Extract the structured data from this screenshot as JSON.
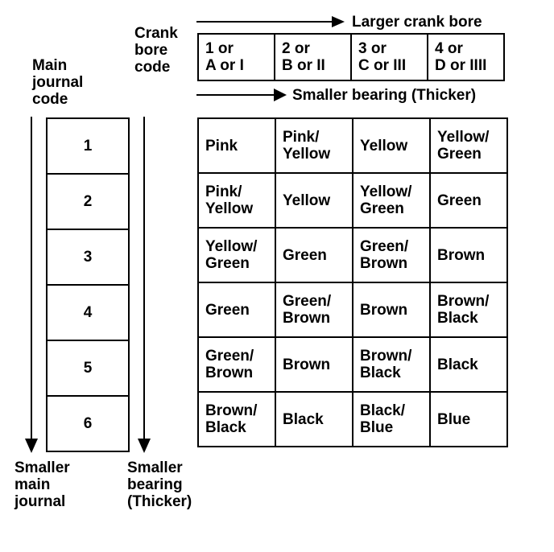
{
  "labels": {
    "crank_bore_code": "Crank\nbore\ncode",
    "main_journal_code": "Main\njournal\ncode",
    "larger_crank_bore": "Larger crank bore",
    "smaller_bearing_top": "Smaller bearing (Thicker)",
    "smaller_main_journal": "Smaller\nmain\njournal",
    "smaller_bearing_bottom": "Smaller\nbearing\n(Thicker)"
  },
  "crank_codes": [
    "1 or\nA or I",
    "2 or\nB or II",
    "3 or\nC or III",
    "4 or\nD or IIII"
  ],
  "journal_codes": [
    "1",
    "2",
    "3",
    "4",
    "5",
    "6"
  ],
  "bearing_colors": [
    [
      "Pink",
      "Pink/\nYellow",
      "Yellow",
      "Yellow/\nGreen"
    ],
    [
      "Pink/\nYellow",
      "Yellow",
      "Yellow/\nGreen",
      "Green"
    ],
    [
      "Yellow/\nGreen",
      "Green",
      "Green/\nBrown",
      "Brown"
    ],
    [
      "Green",
      "Green/\nBrown",
      "Brown",
      "Brown/\nBlack"
    ],
    [
      "Green/\nBrown",
      "Brown",
      "Brown/\nBlack",
      "Black"
    ],
    [
      "Brown/\nBlack",
      "Black",
      "Black/\nBlue",
      "Blue"
    ]
  ]
}
